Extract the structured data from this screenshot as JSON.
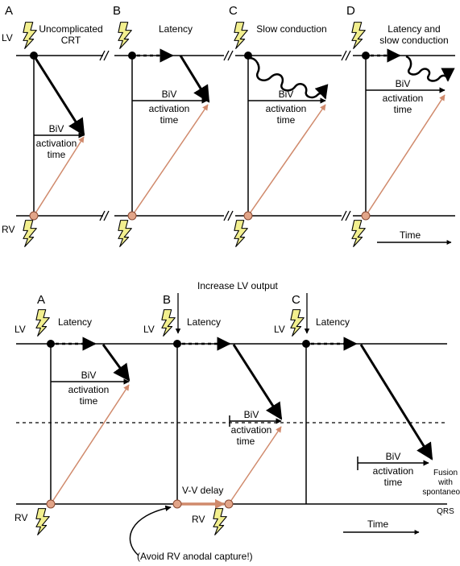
{
  "colors": {
    "lv_node": "#000000",
    "rv_node": "#e2a589",
    "rv_node_stroke": "#8a4a33",
    "rv_arrow": "#d08a6c",
    "bolt_fill": "#f2ef8e",
    "ink": "#000000"
  },
  "top": {
    "lead_lv": "LV",
    "lead_rv": "RV",
    "panels": [
      {
        "letter": "A",
        "title": [
          "Uncomplicated",
          "CRT"
        ],
        "biv": [
          "BiV",
          "activation",
          "time"
        ]
      },
      {
        "letter": "B",
        "title": [
          "Latency"
        ],
        "biv": [
          "BiV",
          "activation",
          "time"
        ]
      },
      {
        "letter": "C",
        "title": [
          "Slow conduction"
        ],
        "biv": [
          "BiV",
          "activation",
          "time"
        ]
      },
      {
        "letter": "D",
        "title": [
          "Latency and",
          "slow conduction"
        ],
        "biv": [
          "BiV",
          "activation",
          "time"
        ]
      }
    ],
    "time_label": "Time"
  },
  "bottom": {
    "increase_label": "Increase LV output",
    "panels": [
      {
        "letter": "A",
        "lv": "LV",
        "rv": "RV",
        "latency": "Latency",
        "biv": [
          "BiV",
          "activation",
          "time"
        ]
      },
      {
        "letter": "B",
        "lv": "LV",
        "rv": "RV",
        "latency": "Latency",
        "biv": [
          "BiV",
          "activation",
          "time"
        ],
        "vv": "V-V delay"
      },
      {
        "letter": "C",
        "lv": "LV",
        "latency": "Latency",
        "biv": [
          "BiV",
          "activation",
          "time"
        ],
        "fusion": [
          "Fusion",
          "with",
          "spontaneous",
          "QRS"
        ]
      }
    ],
    "avoid_label": "(Avoid RV anodal capture!)",
    "time_label": "Time"
  }
}
